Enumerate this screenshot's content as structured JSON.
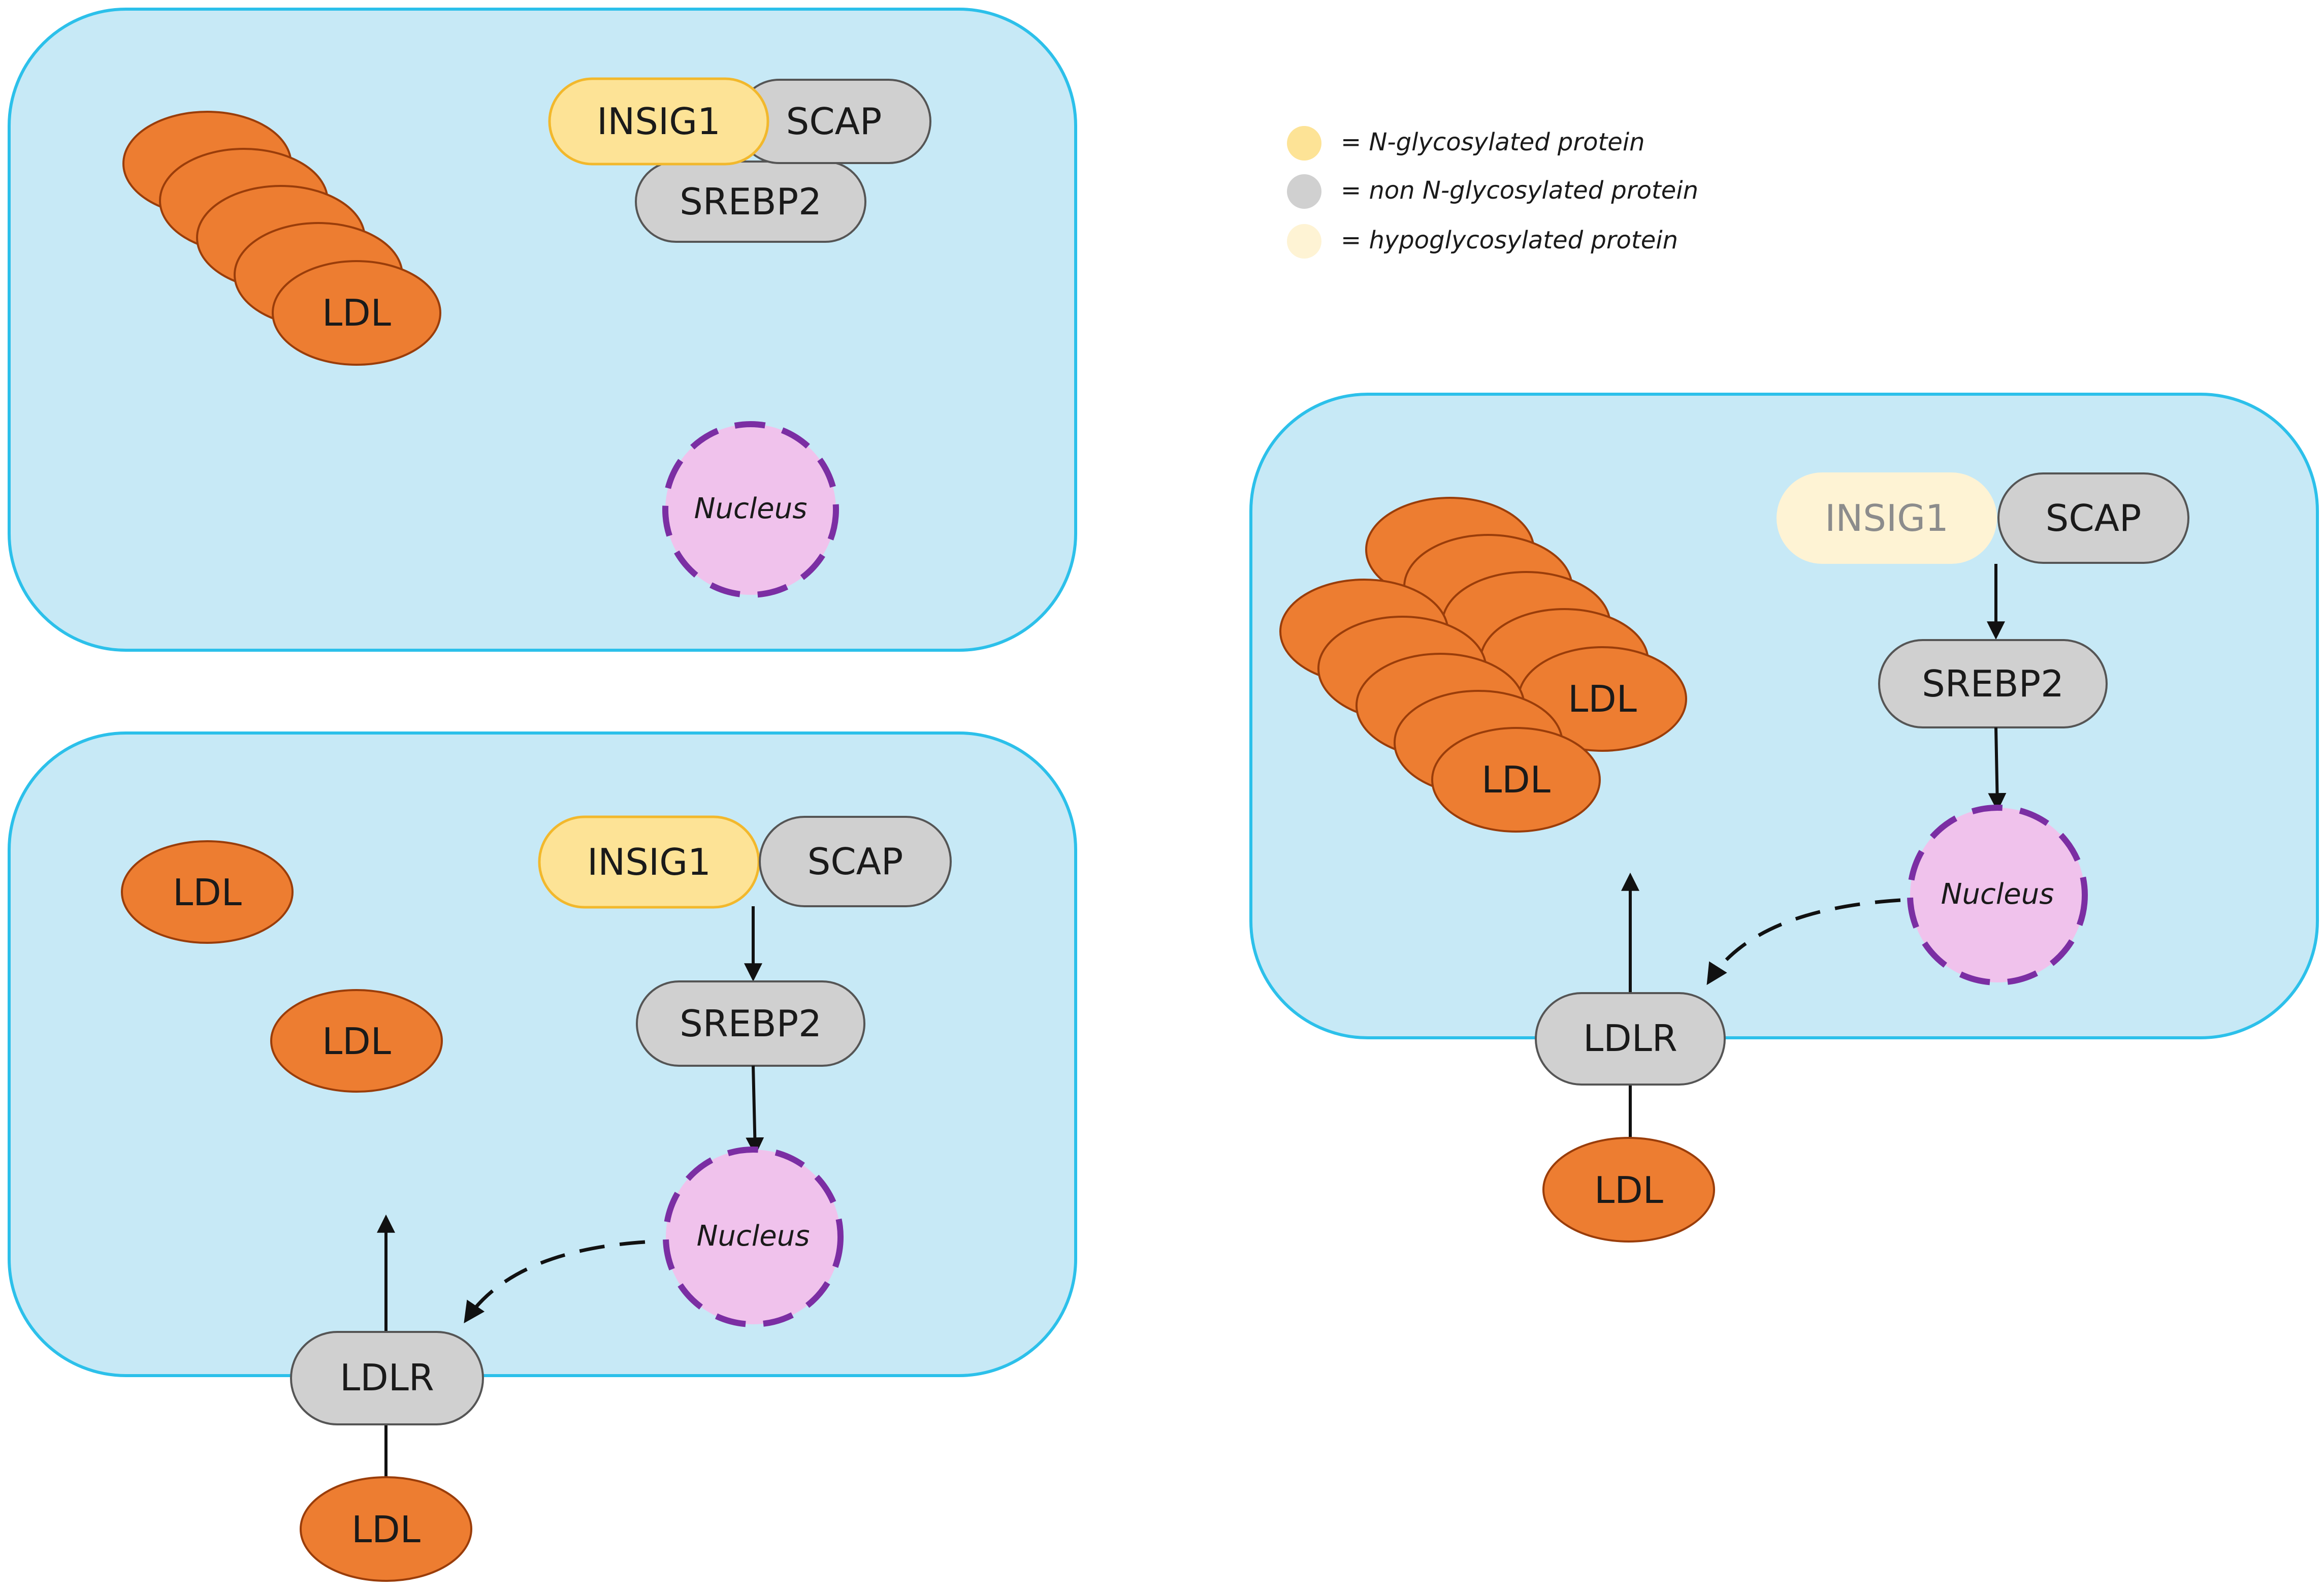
{
  "colors": {
    "cell_fill": "#c7e9f6",
    "cell_stroke": "#2cc0ea",
    "ldl_fill": "#ed7d31",
    "ldl_stroke": "#9a3d0a",
    "glycosylated_fill": "#fde396",
    "glycosylated_stroke": "#f2b82c",
    "non_glycosylated_fill": "#d0d0d0",
    "non_glycosylated_stroke": "#555555",
    "hypoglycosylated_fill": "#fef3d4",
    "nucleus_fill": "#f0c2ec",
    "nucleus_stroke": "#7b2ea3"
  },
  "legend": {
    "glycosylated": "= N-glycosylated protein",
    "non_glycosylated": "= non N-glycosylated protein",
    "hypoglycosylated": "= hypoglycosylated protein"
  },
  "cell_top_left": {
    "insig1": "INSIG1",
    "scap": "SCAP",
    "srebp2": "SREBP2",
    "ldl": "LDL",
    "nucleus": "Nucleus"
  },
  "cell_bottom_left": {
    "insig1": "INSIG1",
    "scap": "SCAP",
    "srebp2": "SREBP2",
    "ldl_a": "LDL",
    "ldl_b": "LDL",
    "nucleus": "Nucleus",
    "ldlr": "LDLR",
    "ldl_outside": "LDL"
  },
  "cell_right": {
    "insig1": "INSIG1",
    "scap": "SCAP",
    "srebp2": "SREBP2",
    "ldl_a": "LDL",
    "ldl_b": "LDL",
    "nucleus": "Nucleus",
    "ldlr": "LDLR",
    "ldl_outside": "LDL"
  }
}
